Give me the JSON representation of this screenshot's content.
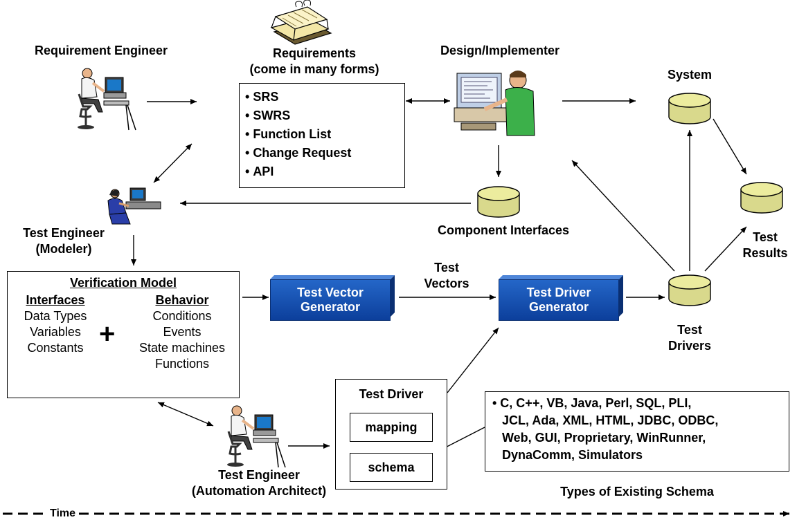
{
  "roles": {
    "requirement_engineer": "Requirement Engineer",
    "designer": "Design/Implementer",
    "test_engineer_modeler": [
      "Test Engineer",
      "(Modeler)"
    ],
    "test_engineer_architect": [
      "Test Engineer",
      "(Automation Architect)"
    ]
  },
  "requirements": {
    "title": [
      "Requirements",
      "(come in many forms)"
    ],
    "items": [
      "SRS",
      "SWRS",
      "Function List",
      "Change Request",
      "API"
    ]
  },
  "stores": {
    "system": "System",
    "test_results": [
      "Test",
      "Results"
    ],
    "component_interfaces": "Component Interfaces",
    "test_drivers": [
      "Test",
      "Drivers"
    ]
  },
  "verification_model": {
    "title": "Verification Model",
    "interfaces": {
      "heading": "Interfaces",
      "items": [
        "Data Types",
        "Variables",
        "Constants"
      ]
    },
    "behavior": {
      "heading": "Behavior",
      "items": [
        "Conditions",
        "Events",
        "State machines",
        "Functions"
      ]
    },
    "plus": "+"
  },
  "generators": {
    "vector": [
      "Test Vector",
      "Generator"
    ],
    "driver": [
      "Test Driver",
      "Generator"
    ]
  },
  "test_vectors_label": [
    "Test",
    "Vectors"
  ],
  "test_driver": {
    "title": "Test Driver",
    "mapping": "mapping",
    "schema": "schema"
  },
  "schema_types": {
    "lines": [
      "• C, C++, VB, Java, Perl, SQL, PLI,",
      "JCL, Ada, XML, HTML, JDBC, ODBC,",
      "Web, GUI, Proprietary, WinRunner,",
      "DynaComm, Simulators"
    ],
    "caption": "Types of Existing Schema"
  },
  "time_label": "Time",
  "colors": {
    "generator_blue": "#1a56b8",
    "database_fill": "#d9d98c",
    "book_fill": "#f2e6a6"
  }
}
